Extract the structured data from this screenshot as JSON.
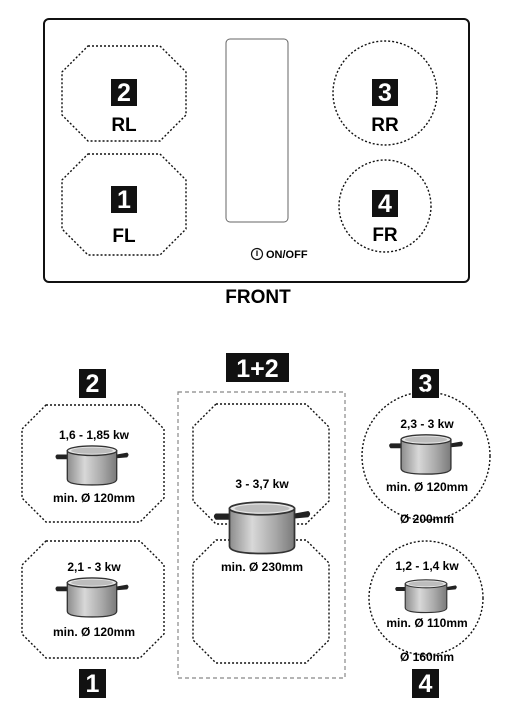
{
  "top": {
    "zones": [
      {
        "number": "2",
        "code": "RL"
      },
      {
        "number": "3",
        "code": "RR"
      },
      {
        "number": "1",
        "code": "FL"
      },
      {
        "number": "4",
        "code": "FR"
      }
    ],
    "power_icon": "power-icon",
    "onoff_label": "ON/OFF",
    "front_label": "FRONT"
  },
  "bottom": {
    "zone2": {
      "number": "2",
      "power": "1,6 - 1,85 kw",
      "min": "min. Ø 120mm"
    },
    "zone1": {
      "number": "1",
      "power": "2,1 - 3 kw",
      "min": "min. Ø 120mm"
    },
    "bridge": {
      "label": "1+2",
      "power": "3 - 3,7 kw",
      "min": "min. Ø 230mm"
    },
    "zone3": {
      "number": "3",
      "power": "2,3 - 3 kw",
      "min": "min. Ø 120mm",
      "diameter": "Ø 200mm"
    },
    "zone4": {
      "number": "4",
      "power": "1,2 - 1,4 kw",
      "min": "min. Ø 110mm",
      "diameter": "Ø 160mm"
    }
  }
}
